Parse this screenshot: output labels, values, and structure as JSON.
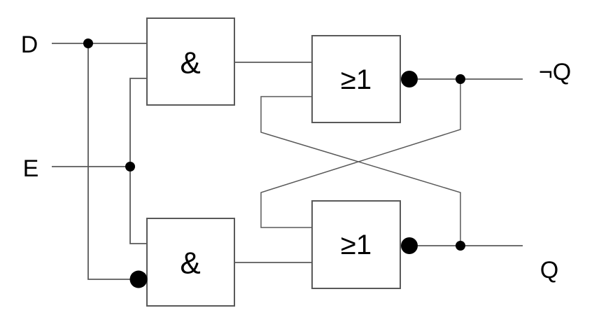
{
  "diagram": {
    "kind": "logic-circuit",
    "inputs": [
      {
        "id": "d",
        "label": "D"
      },
      {
        "id": "e",
        "label": "E"
      }
    ],
    "outputs": [
      {
        "id": "not-q",
        "label": "¬Q"
      },
      {
        "id": "q",
        "label": "Q"
      }
    ],
    "gates": [
      {
        "id": "and-top",
        "type": "AND",
        "symbol": "&"
      },
      {
        "id": "and-bottom",
        "type": "AND",
        "symbol": "&"
      },
      {
        "id": "nor-top",
        "type": "NOR",
        "symbol": "≥1"
      },
      {
        "id": "nor-bottom",
        "type": "NOR",
        "symbol": "≥1"
      }
    ],
    "colors": {
      "line": "#595959",
      "text": "#000000",
      "dot": "#000000",
      "background": "#ffffff"
    }
  }
}
